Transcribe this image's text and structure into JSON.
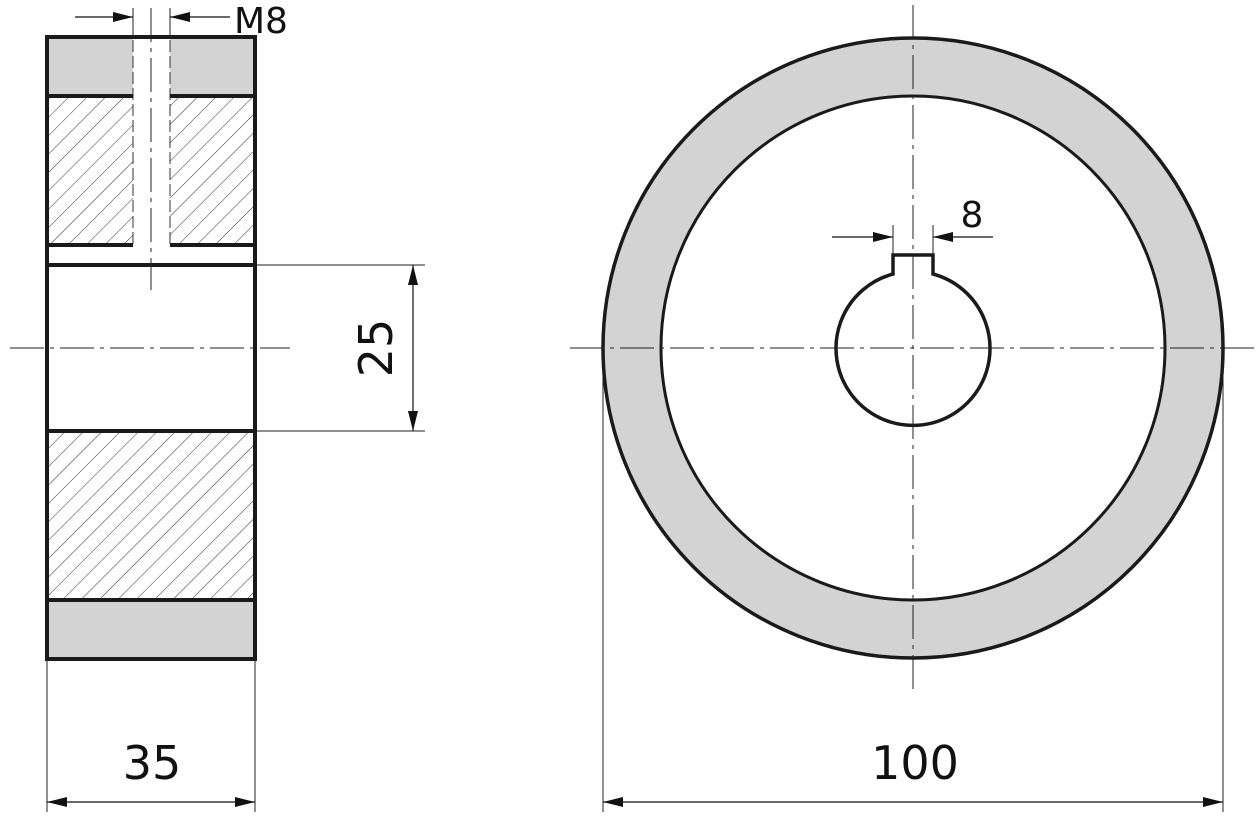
{
  "drawing": {
    "side_view": {
      "thread_label": "M8",
      "width_label": "35",
      "bore_label": "25"
    },
    "front_view": {
      "key_width_label": "8",
      "diameter_label": "100"
    },
    "colors": {
      "ring_fill": "#d3d3d3",
      "line": "#1a1a1a"
    }
  }
}
